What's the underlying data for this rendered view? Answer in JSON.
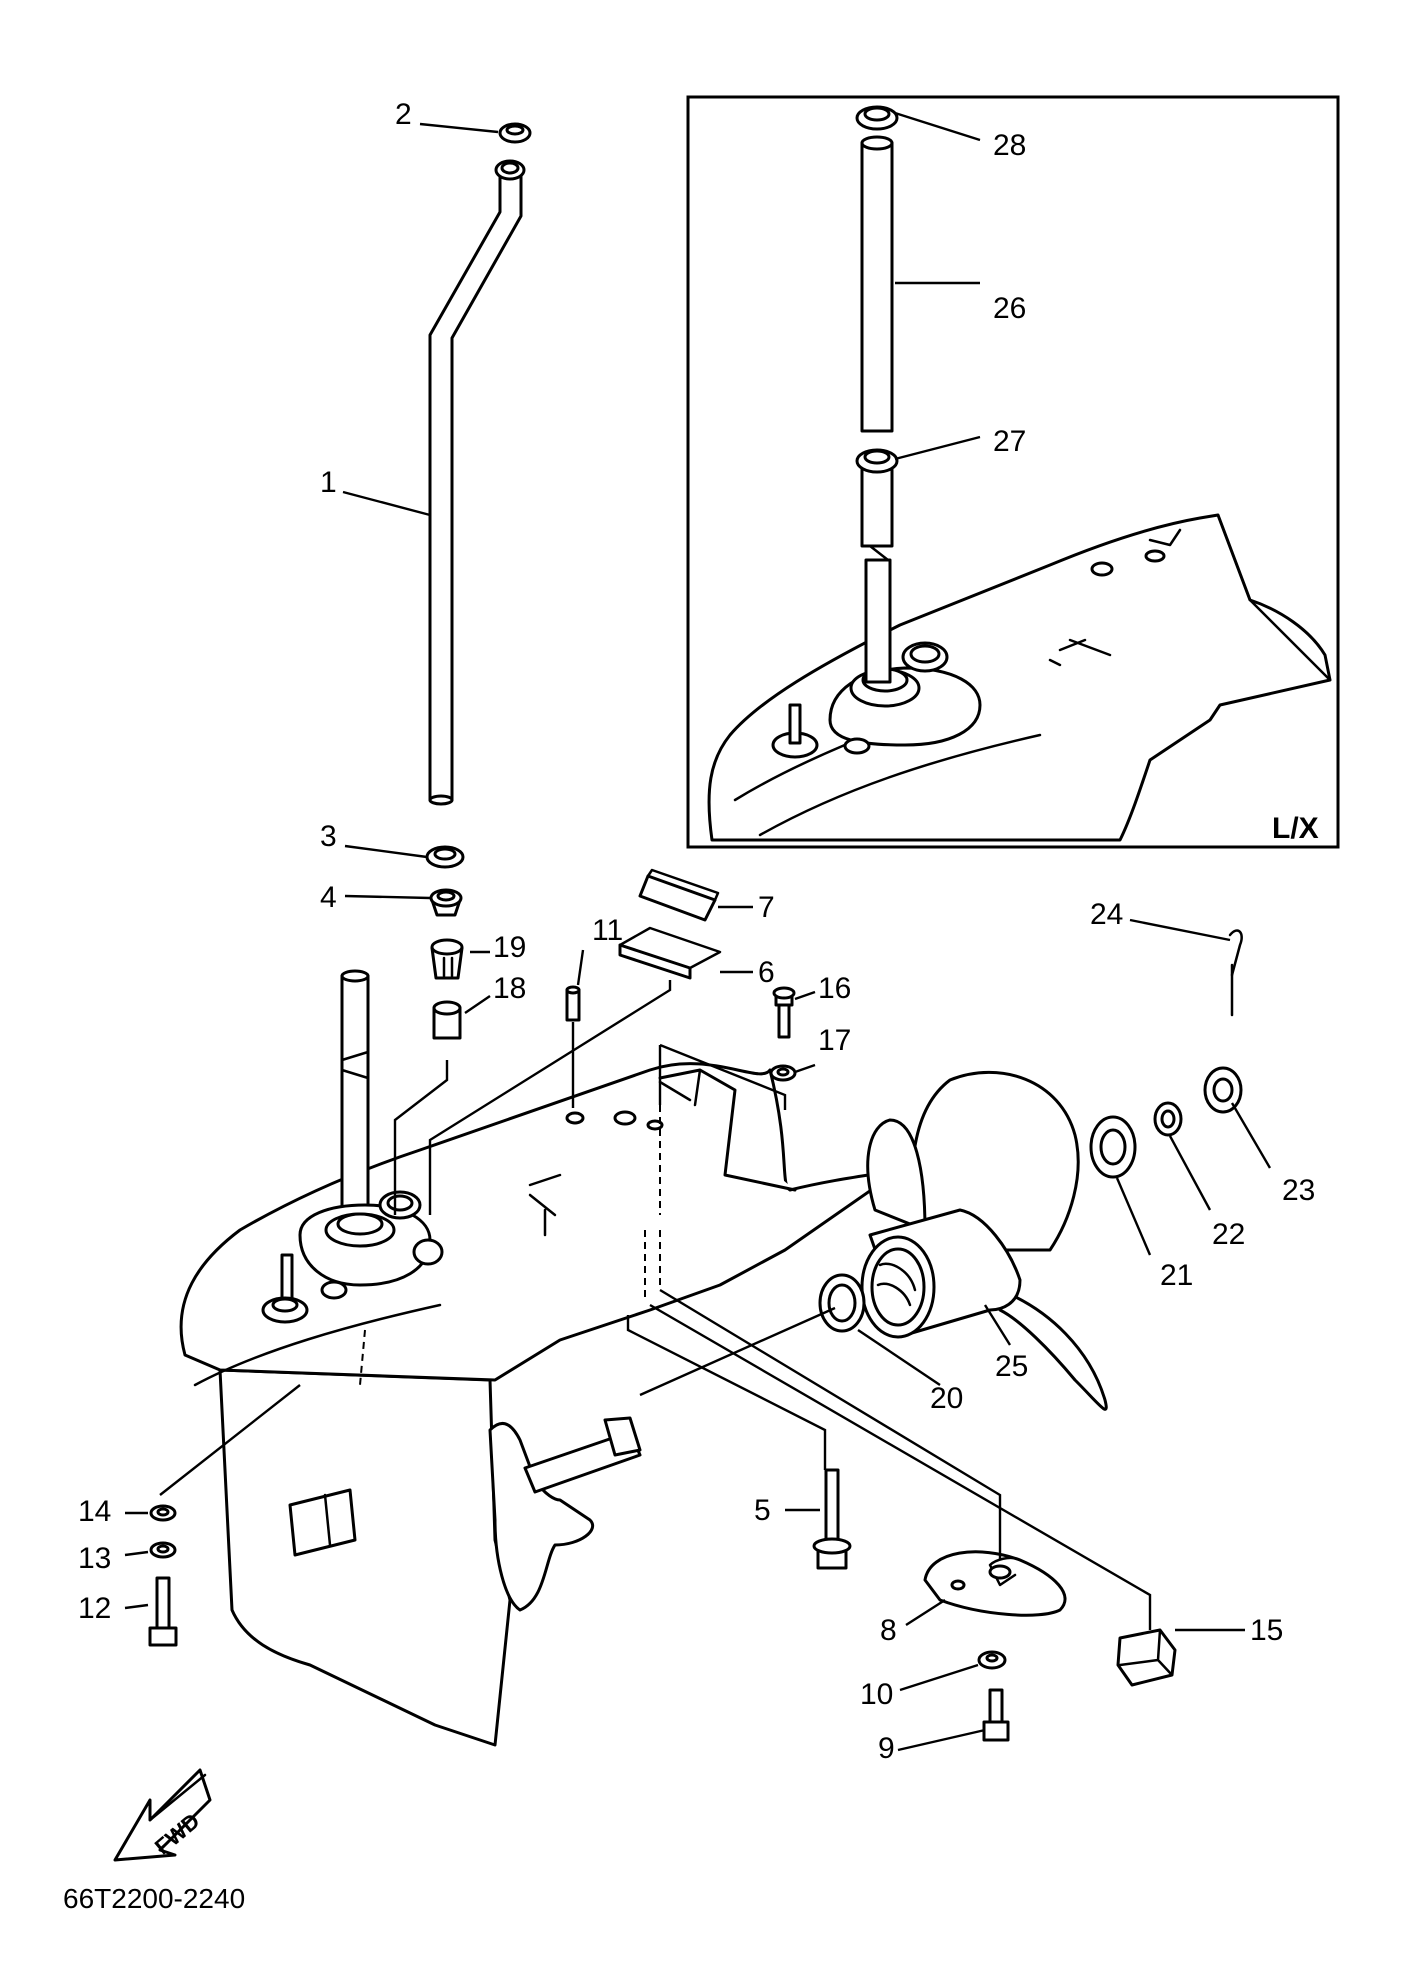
{
  "diagram": {
    "part_numbers": [
      "1",
      "2",
      "3",
      "4",
      "5",
      "6",
      "7",
      "8",
      "9",
      "10",
      "11",
      "12",
      "13",
      "14",
      "15",
      "16",
      "17",
      "18",
      "19",
      "20",
      "21",
      "22",
      "23",
      "24",
      "25",
      "26",
      "27",
      "28"
    ],
    "inset_label": "L/X",
    "direction_label": "FWD",
    "drawing_code": "66T2200-2240"
  }
}
